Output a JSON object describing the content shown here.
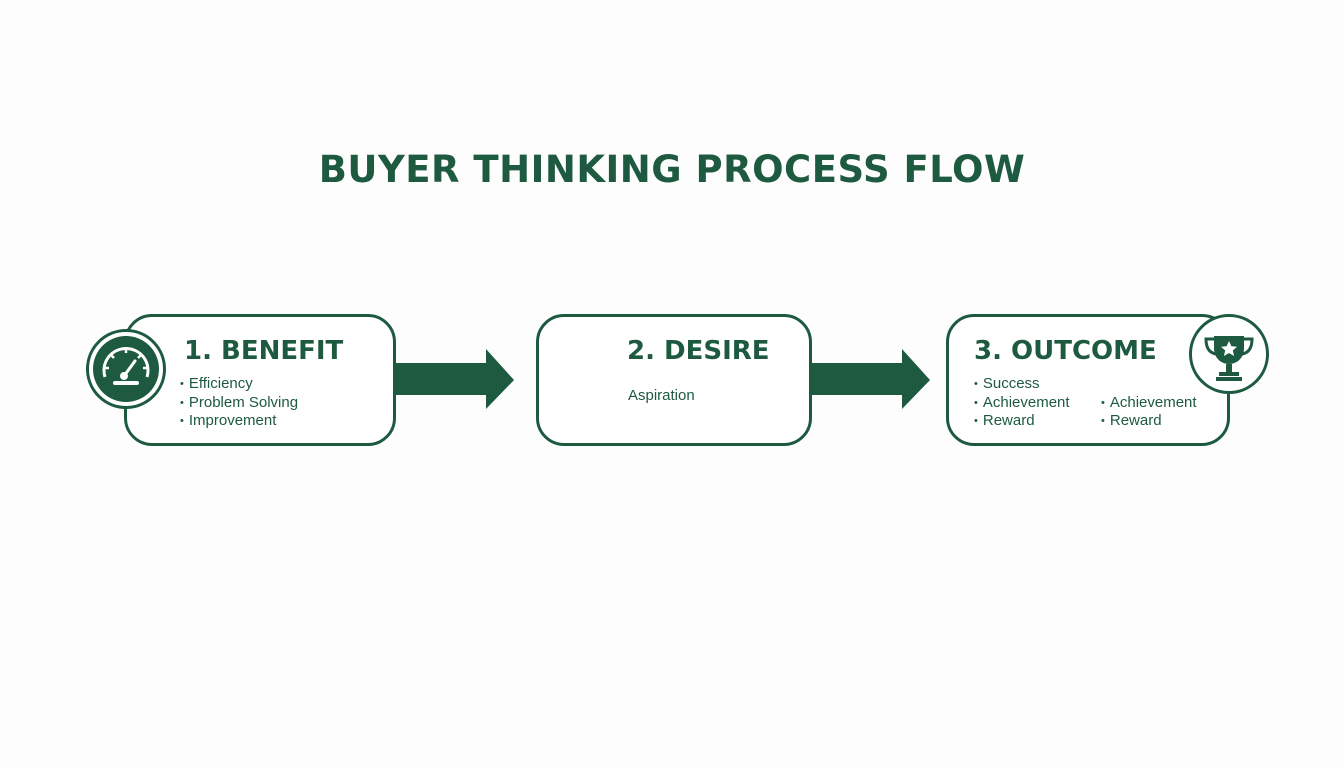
{
  "title": "BUYER THINKING PROCESS FLOW",
  "steps": [
    {
      "heading": "1. BENEFIT",
      "icon": "speedometer-icon",
      "items": [
        "Efficiency",
        "Problem Solving",
        "Improvement"
      ]
    },
    {
      "heading": "2. DESIRE",
      "text": "Aspiration"
    },
    {
      "heading": "3. OUTCOME",
      "icon": "trophy-icon",
      "items_left": [
        "Success",
        "Achievement",
        "Reward"
      ],
      "items_right": [
        "Achievement",
        "Reward"
      ]
    }
  ],
  "colors": {
    "primary": "#1d5a3f",
    "background": "#fdfdfd"
  }
}
